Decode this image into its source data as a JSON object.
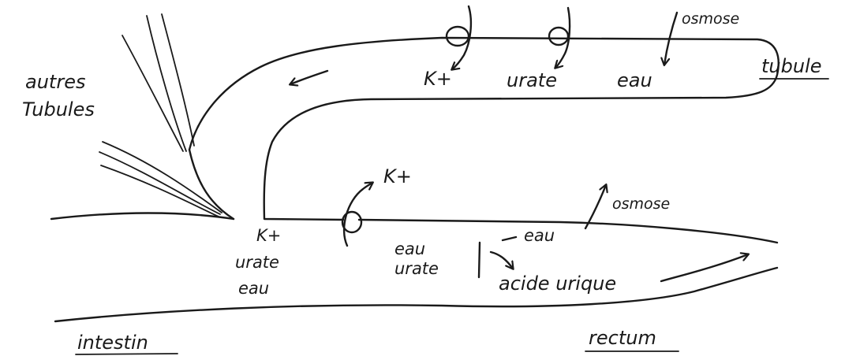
{
  "diagram": {
    "labels": {
      "autres": "autres",
      "tubules": "Tubules",
      "tubule": "tubule",
      "osmose_top": "osmose",
      "k_top": "K+",
      "urate_top": "urate",
      "eau_top": "eau",
      "k_mid": "K+",
      "osmose_rectum": "osmose",
      "k_left": "K+",
      "urate_left": "urate",
      "eau_left": "eau",
      "eau_rect": "eau",
      "urate_rect": "urate",
      "eau_side": "eau",
      "acide_urique": "acide urique",
      "intestin": "intestin",
      "rectum": "rectum"
    }
  }
}
